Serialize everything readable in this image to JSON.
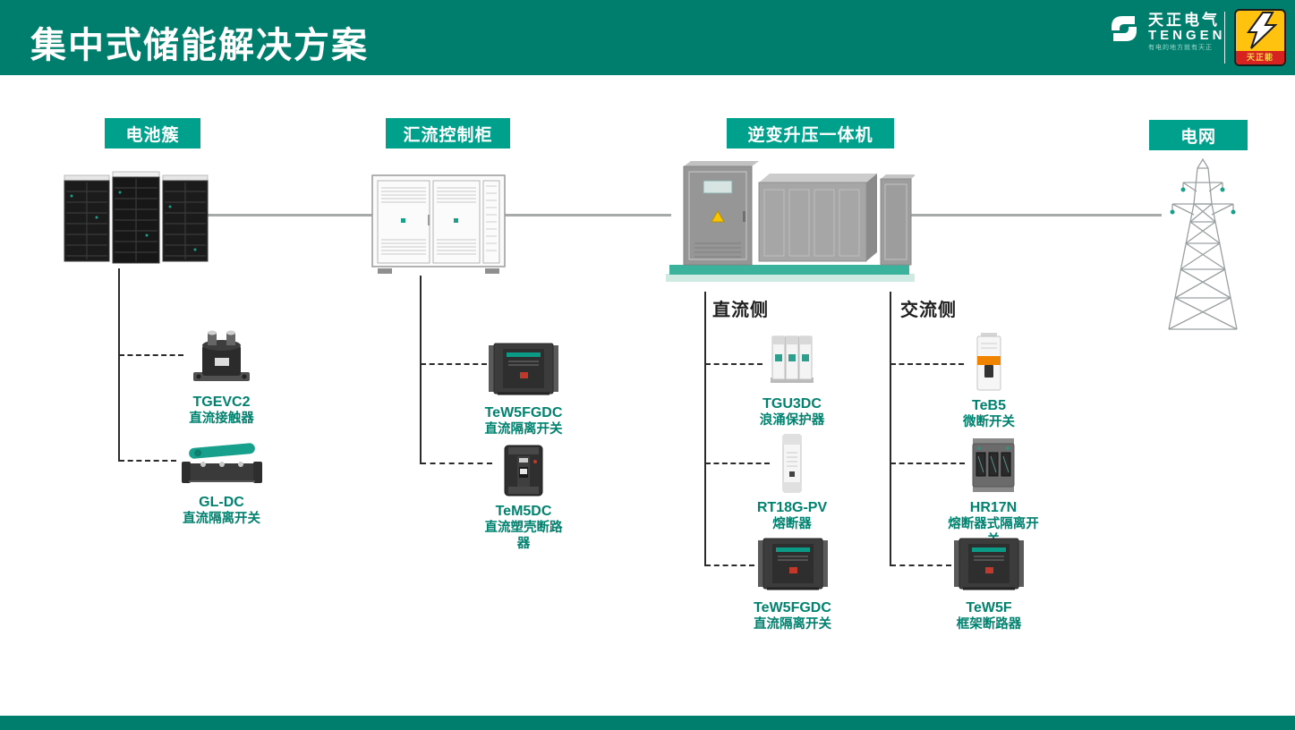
{
  "colors": {
    "header_bg": "#007E6D",
    "stage_bg": "#00A18C",
    "accent_text": "#00826F",
    "badge_yellow": "#FFC20E",
    "badge_red": "#D6231F",
    "connector_gray": "#A6ABA9"
  },
  "header": {
    "title": "集中式储能解决方案",
    "brand": {
      "name": "天正电气",
      "latin": "TENGEN",
      "slogan": "有电的地方就有天正",
      "badge": "天正能"
    }
  },
  "diagram": {
    "stages": [
      {
        "label": "电池簇"
      },
      {
        "label": "汇流控制柜"
      },
      {
        "label": "逆变升压一体机"
      },
      {
        "label": "电网"
      }
    ],
    "sides": {
      "dc": "直流侧",
      "ac": "交流侧"
    },
    "groups": [
      {
        "name": "battery-components",
        "items": [
          {
            "model": "TGEVC2",
            "desc": "直流接触器"
          },
          {
            "model": "GL-DC",
            "desc": "直流隔离开关"
          }
        ]
      },
      {
        "name": "combiner-components",
        "items": [
          {
            "model": "TeW5FGDC",
            "desc": "直流隔离开关"
          },
          {
            "model": "TeM5DC",
            "desc": "直流塑壳断路器"
          }
        ]
      },
      {
        "name": "dc-side-components",
        "items": [
          {
            "model": "TGU3DC",
            "desc": "浪涌保护器"
          },
          {
            "model": "RT18G-PV",
            "desc": "熔断器"
          },
          {
            "model": "TeW5FGDC",
            "desc": "直流隔离开关"
          }
        ]
      },
      {
        "name": "ac-side-components",
        "items": [
          {
            "model": "TeB5",
            "desc": "微断开关"
          },
          {
            "model": "HR17N",
            "desc": "熔断器式隔离开关"
          },
          {
            "model": "TeW5F",
            "desc": "框架断路器"
          }
        ]
      }
    ]
  }
}
